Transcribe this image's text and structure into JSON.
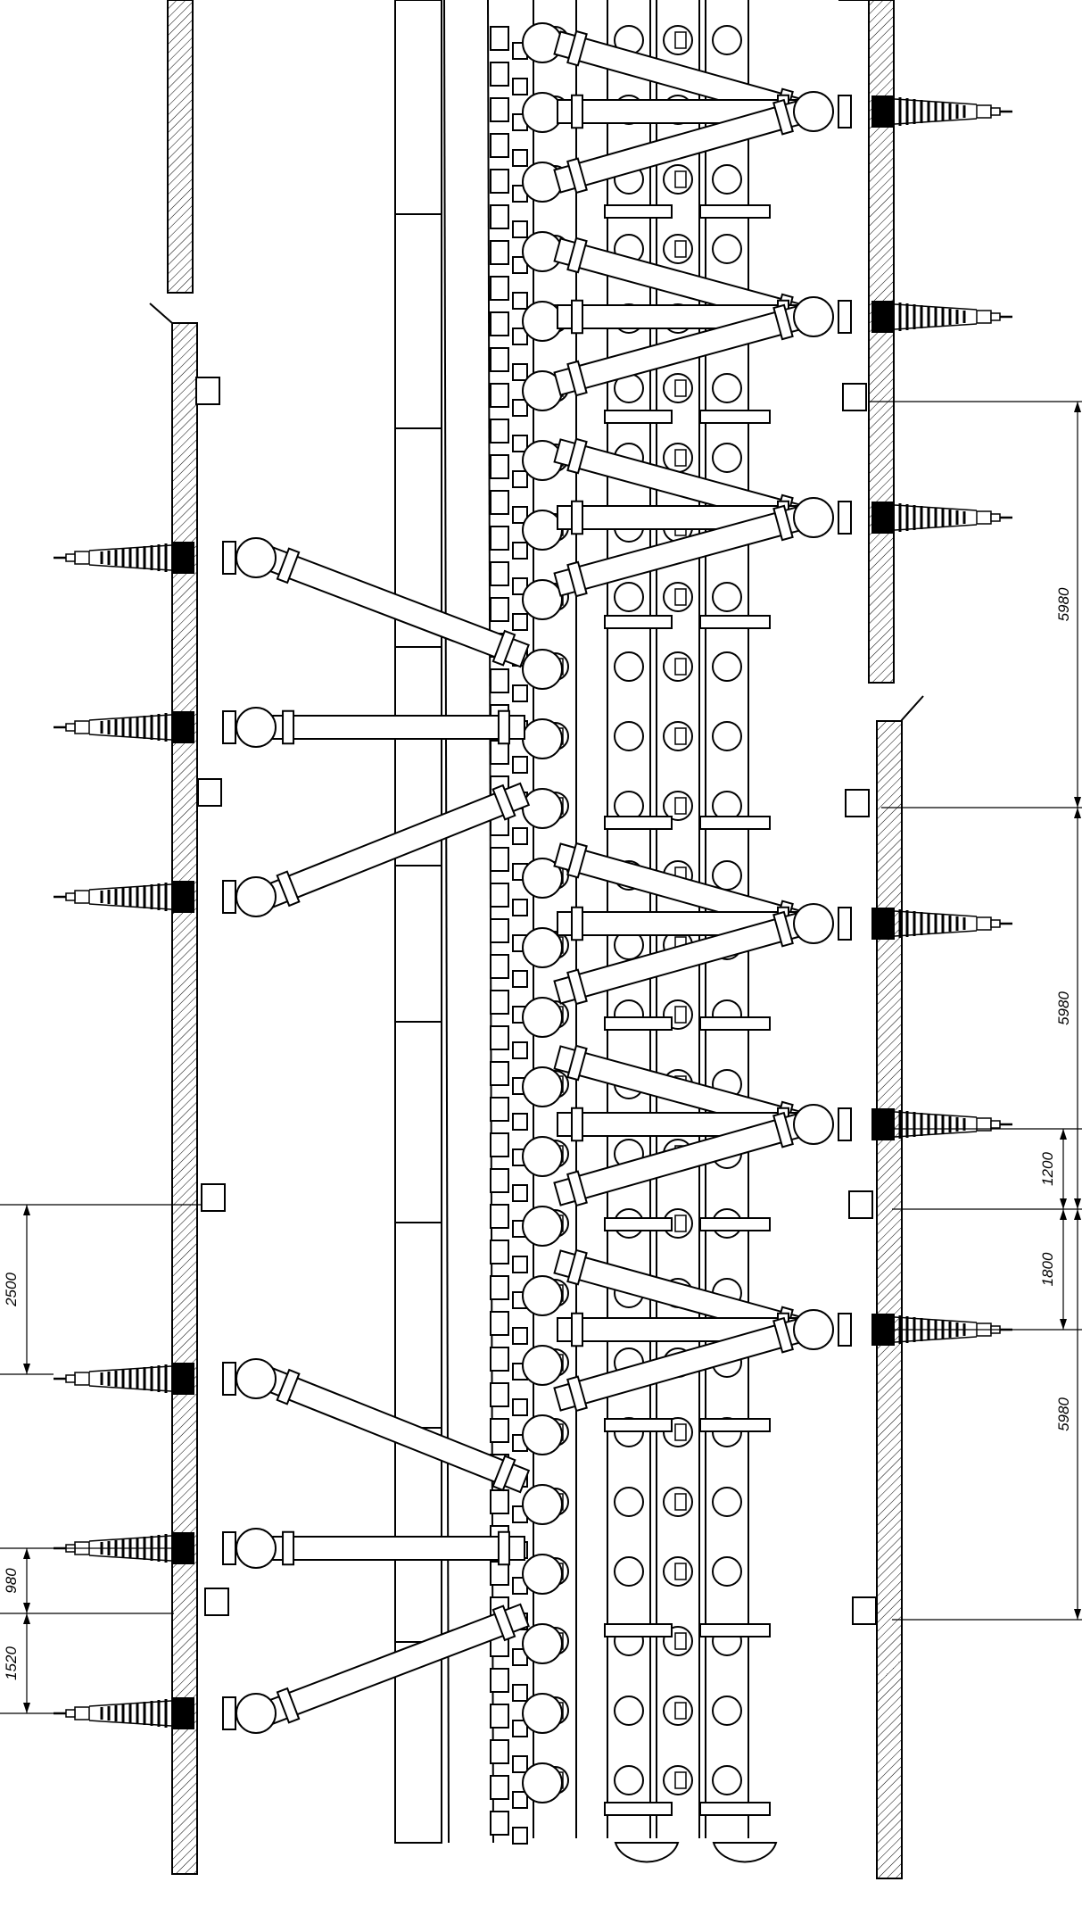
{
  "colors": {
    "ink": "#000000",
    "paper": "#ffffff"
  },
  "dimensions": {
    "right": [
      "5980",
      "5980",
      "1200",
      "1800",
      "5980"
    ],
    "left": [
      "2500",
      "980",
      "1520"
    ]
  },
  "elements": {
    "bushing_icon": "bushing-insulator-icon",
    "hatch": "wall-hatch"
  }
}
